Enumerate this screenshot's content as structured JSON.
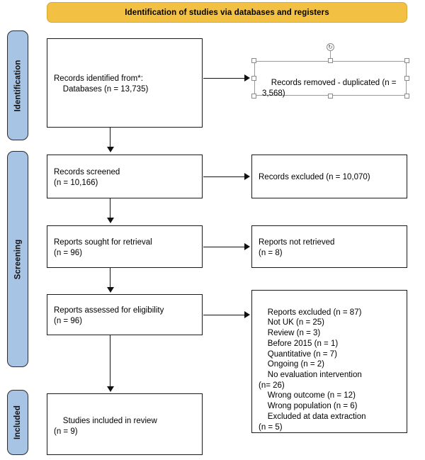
{
  "banner": {
    "label": "Identification of studies via databases and registers"
  },
  "phases": [
    {
      "label": "Identification"
    },
    {
      "label": "Screening"
    },
    {
      "label": "Included"
    }
  ],
  "boxes": {
    "identified": "Records identified from*:\n    Databases (n = 13,735)",
    "removed": "Records removed - duplicated (n = 3,568)",
    "screened": "Records screened\n(n = 10,166)",
    "excluded_screen": "Records excluded (n = 10,070)",
    "sought": "Reports sought for retrieval\n(n = 96)",
    "not_retrieved": "Reports not retrieved\n(n = 8)",
    "assessed": "Reports assessed for eligibility\n(n = 96)",
    "excluded_detail": "Reports excluded (n = 87)\n    Not UK (n = 25)\n    Review (n = 3)\n    Before 2015 (n = 1)\n    Quantitative (n = 7)\n    Ongoing (n = 2)\n    No evaluation intervention\n(n= 26)\n    Wrong outcome (n = 12)\n    Wrong population (n = 6)\n    Excluded at data extraction\n(n = 5)",
    "included": "Studies included in review\n(n = 9)"
  },
  "selection": {
    "rotate_glyph": "↻"
  },
  "colors": {
    "banner_fill": "#F2C144",
    "phase_fill": "#A8C4E5",
    "line": "#111111",
    "box_border": "#1A1A1A",
    "handle": "#FFFFFF"
  }
}
